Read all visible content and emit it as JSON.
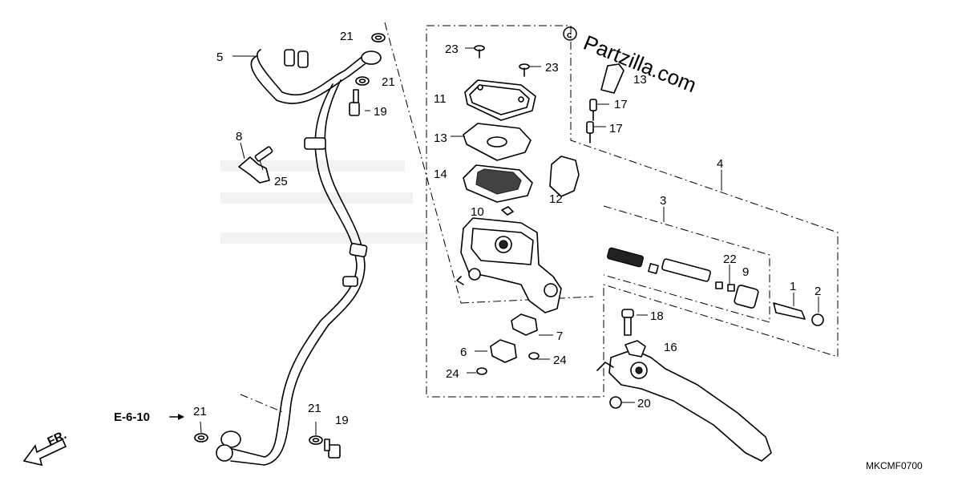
{
  "watermark": "Partzilla.com",
  "diagram_code": "MKCMF0700",
  "reference": "E-6-10",
  "direction_label": "FR.",
  "callouts": {
    "c1": "1",
    "c2": "2",
    "c3": "3",
    "c4": "4",
    "c5": "5",
    "c6": "6",
    "c7": "7",
    "c8": "8",
    "c9": "9",
    "c10": "10",
    "c11": "11",
    "c12": "12",
    "c13a": "13",
    "c13b": "13",
    "c14": "14",
    "c16": "16",
    "c17a": "17",
    "c17b": "17",
    "c18": "18",
    "c19a": "19",
    "c19b": "19",
    "c20": "20",
    "c21a": "21",
    "c21b": "21",
    "c21c": "21",
    "c21d": "21",
    "c22": "22",
    "c23a": "23",
    "c23b": "23",
    "c24a": "24",
    "c24b": "24",
    "c25": "25"
  }
}
